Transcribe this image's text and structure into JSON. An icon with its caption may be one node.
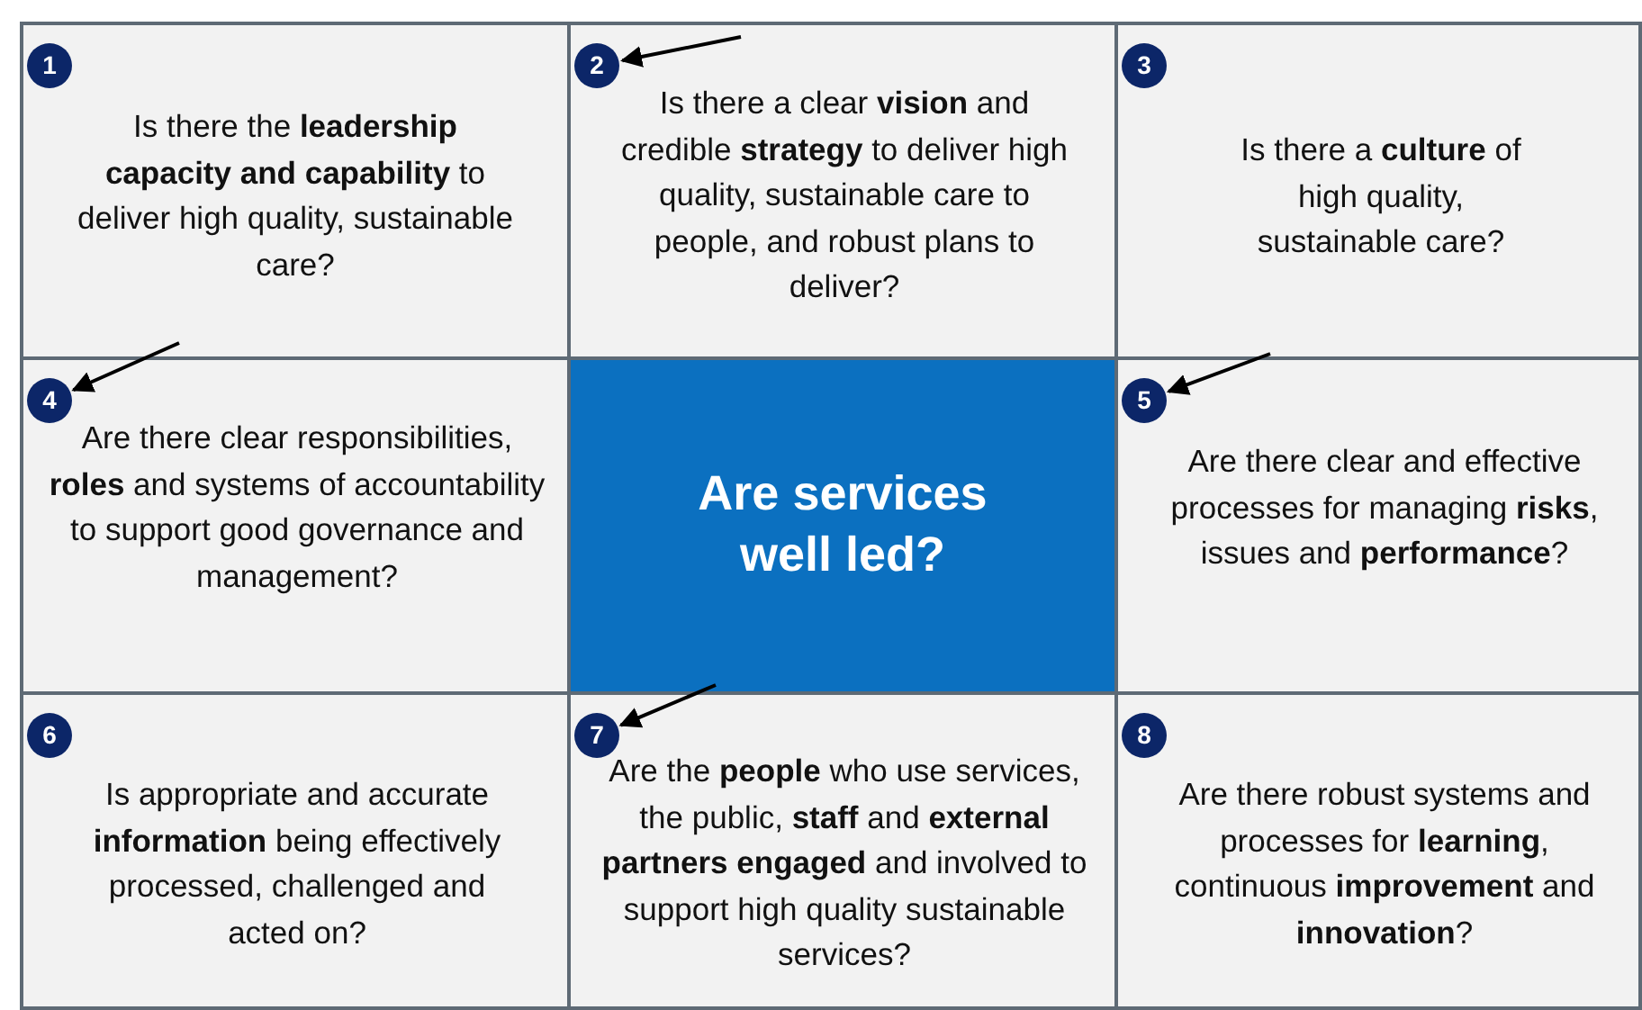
{
  "diagram": {
    "nodes": [
      {
        "text": [
          "Is there the **leadership capacity and capability** to deliver high quality, sustainable care?"
        ]
      },
      {
        "text": [
          "1"
        ],
        "in": 0
      },
      {
        "text": [
          "Is there a clear **vision** and credible **strategy** to deliver high quality, sustainable care to people, and robust plans to deliver?"
        ]
      },
      {
        "text": [
          "2"
        ],
        "in": 2
      },
      {
        "text": [
          "Is there a **culture** of high quality, sustainable care?"
        ]
      },
      {
        "text": [
          "3"
        ],
        "in": 4
      },
      {
        "text": [
          "Are there clear responsibilities, **roles** and systems of accountability to support good governance and management?"
        ]
      },
      {
        "text": [
          "4"
        ],
        "in": 6
      },
      {
        "text": [
          "Are services well led?"
        ]
      },
      {
        "text": [
          "Are there clear and effective processes for managing **risks**, issues and **performance**?"
        ]
      },
      {
        "text": [
          "5"
        ],
        "in": 9
      },
      {
        "text": [
          "Is appropriate and accurate **information** being effectively processed, challenged and acted on?"
        ]
      },
      {
        "text": [
          "6"
        ],
        "in": 11
      },
      {
        "text": [
          "Are the **people** who use services, the public, **staff** and **external partners engaged** and involved to support high quality sustainable services?"
        ]
      },
      {
        "text": [
          "7"
        ],
        "in": 13
      },
      {
        "text": [
          "Are there robust systems and processes for **learning**, continuous **improvement** and **innovation**?"
        ]
      },
      {
        "text": [
          "8"
        ],
        "in": 15
      }
    ],
    "edges": [
      {
        "from": null,
        "to": 3,
        "arrow": "to"
      },
      {
        "from": 0,
        "to": 7,
        "arrow": "to"
      },
      {
        "from": null,
        "to": 10,
        "arrow": "to"
      },
      {
        "from": 8,
        "to": 14,
        "arrow": "to"
      }
    ]
  }
}
